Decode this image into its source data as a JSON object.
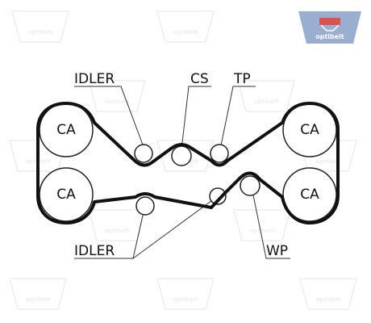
{
  "brand": {
    "name": "optibelt",
    "logo_colors": {
      "primary": "#9aaecf",
      "accent": "#d9534f"
    }
  },
  "diagram": {
    "belt_color": "#111111",
    "pulley_labels": {
      "ca_top_left": "CA",
      "ca_bottom_left": "CA",
      "ca_top_right": "CA",
      "ca_bottom_right": "CA"
    },
    "callouts": {
      "idler_top": "IDLER",
      "cs": "CS",
      "tp": "TP",
      "idler_bottom": "IDLER",
      "wp": "WP"
    }
  }
}
